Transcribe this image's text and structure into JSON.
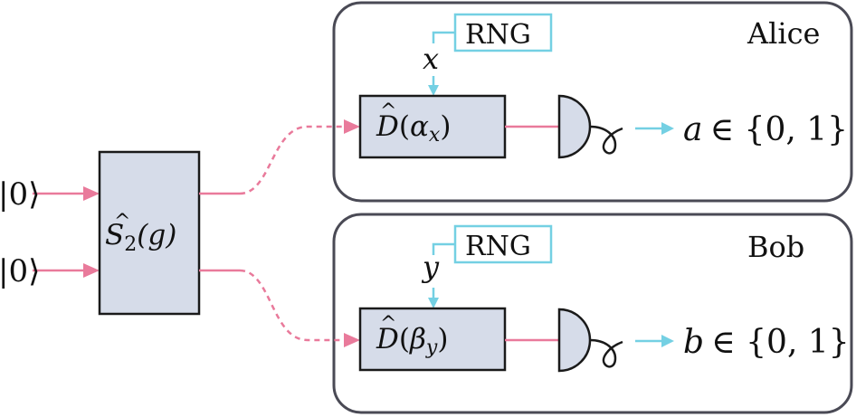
{
  "inputs": {
    "top_ket": "|0⟩",
    "bottom_ket": "|0⟩"
  },
  "squeezer": {
    "label_op": "S",
    "label_sub": "2",
    "label_arg": "(g)"
  },
  "alice": {
    "title": "Alice",
    "rng_label": "RNG",
    "setting_var": "x",
    "displacement_op": "D",
    "displacement_open": "(",
    "displacement_param": "α",
    "displacement_sub": "x",
    "displacement_close": ")",
    "outcome_var": "a",
    "outcome_set": "∈ {0, 1}"
  },
  "bob": {
    "title": "Bob",
    "rng_label": "RNG",
    "setting_var": "y",
    "displacement_op": "D",
    "displacement_open": "(",
    "displacement_param": "β",
    "displacement_sub": "y",
    "displacement_close": ")",
    "outcome_var": "b",
    "outcome_set": "∈ {0, 1}"
  },
  "colors": {
    "quantum_line": "#e97a9b",
    "classical_line": "#74d0e3",
    "box_fill": "#d6dce9",
    "box_stroke": "#1a1a1a",
    "party_frame": "#4a4a55",
    "text": "#111111"
  }
}
